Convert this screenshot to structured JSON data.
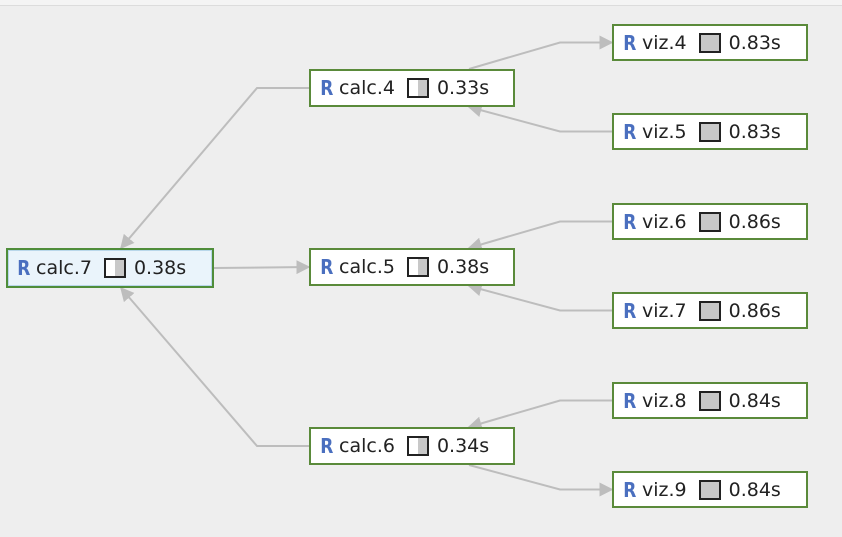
{
  "nodes": [
    {
      "id": "calc7",
      "icon": "r-icon",
      "label": "calc.7",
      "time": "0.38s",
      "timing_fill": "partial",
      "selected": true
    },
    {
      "id": "calc4",
      "icon": "r-icon",
      "label": "calc.4",
      "time": "0.33s",
      "timing_fill": "partial"
    },
    {
      "id": "calc5",
      "icon": "r-icon",
      "label": "calc.5",
      "time": "0.38s",
      "timing_fill": "partial"
    },
    {
      "id": "calc6",
      "icon": "r-icon",
      "label": "calc.6",
      "time": "0.34s",
      "timing_fill": "partial"
    },
    {
      "id": "viz4",
      "icon": "r-icon",
      "label": "viz.4",
      "time": "0.83s",
      "timing_fill": "full"
    },
    {
      "id": "viz5",
      "icon": "r-icon",
      "label": "viz.5",
      "time": "0.83s",
      "timing_fill": "full"
    },
    {
      "id": "viz6",
      "icon": "r-icon",
      "label": "viz.6",
      "time": "0.86s",
      "timing_fill": "full"
    },
    {
      "id": "viz7",
      "icon": "r-icon",
      "label": "viz.7",
      "time": "0.86s",
      "timing_fill": "full"
    },
    {
      "id": "viz8",
      "icon": "r-icon",
      "label": "viz.8",
      "time": "0.84s",
      "timing_fill": "full"
    },
    {
      "id": "viz9",
      "icon": "r-icon",
      "label": "viz.9",
      "time": "0.84s",
      "timing_fill": "full"
    }
  ],
  "edges": [
    [
      "calc4",
      "calc7"
    ],
    [
      "calc7",
      "calc5"
    ],
    [
      "calc6",
      "calc7"
    ],
    [
      "calc4",
      "viz4"
    ],
    [
      "viz5",
      "calc4"
    ],
    [
      "viz6",
      "calc5"
    ],
    [
      "viz7",
      "calc5"
    ],
    [
      "viz8",
      "calc6"
    ],
    [
      "calc6",
      "viz9"
    ]
  ],
  "colors": {
    "background": "#eeeeee",
    "node_border": "#5a8a3a",
    "edge": "#bdbdbd",
    "r_icon": "#4a6fbf"
  }
}
